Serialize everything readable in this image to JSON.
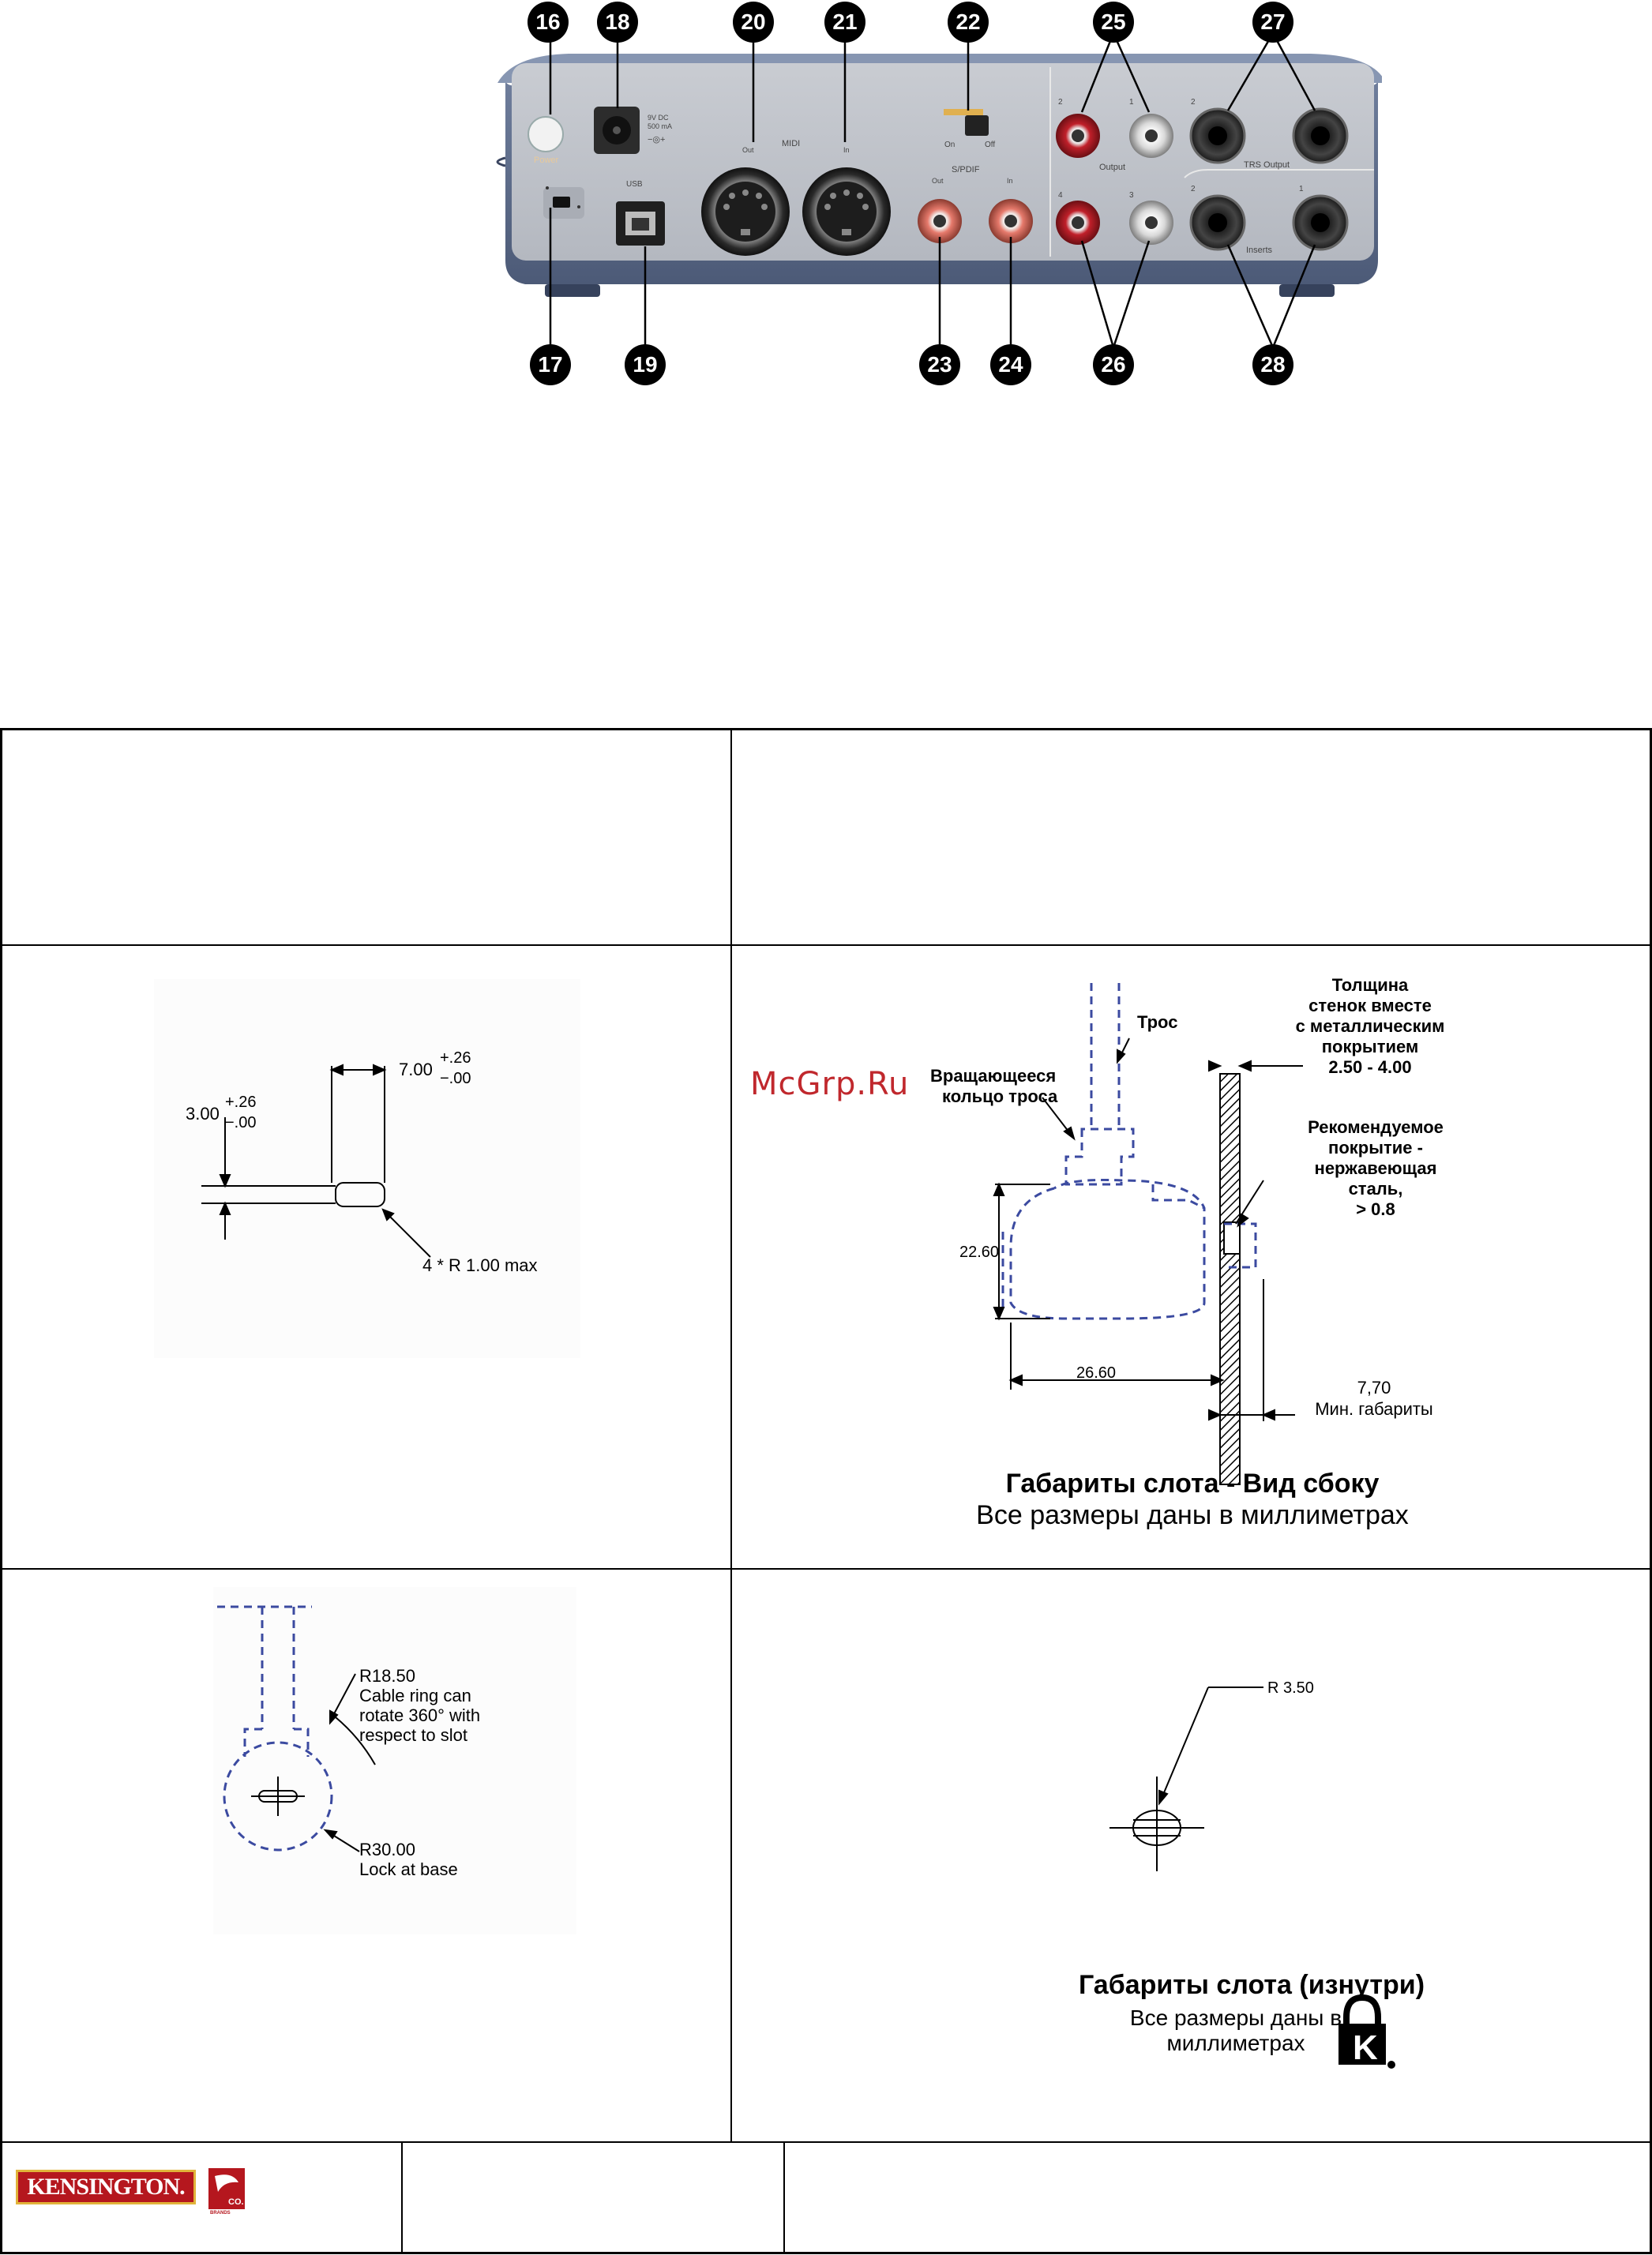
{
  "device": {
    "callouts_top": [
      "16",
      "18",
      "20",
      "21",
      "22",
      "25",
      "27"
    ],
    "callouts_bottom": [
      "17",
      "19",
      "23",
      "24",
      "26",
      "28"
    ],
    "labels": {
      "power": "Power",
      "dc": "9V DC\n500 mA",
      "midi": "MIDI",
      "midi_out": "Out",
      "midi_in": "In",
      "usb": "USB",
      "spdif": "S/PDIF",
      "spdif_out": "Out",
      "spdif_in": "In",
      "switch_on": "On",
      "switch_off": "Off",
      "output": "Output",
      "trs_output": "TRS Output",
      "inserts": "Inserts",
      "ch1": "1",
      "ch2": "2",
      "ch3": "3",
      "ch4": "4"
    }
  },
  "watermark": "McGrp.Ru",
  "drawing_a": {
    "dim1": "7.00",
    "dim1_tol_plus": "+.26",
    "dim1_tol_minus": "−.00",
    "dim2": "3.00",
    "dim2_tol_plus": "+.26",
    "dim2_tol_minus": "−.00",
    "radius": "4 * R 1.00 max"
  },
  "drawing_b": {
    "cable": "Трос",
    "ring": "Вращающееся\nкольцо троса",
    "wall": "Толщина\nстенок вместе\nс металлическим\nпокрытием\n2.50 - 4.00",
    "coating": "Рекомендуемое\nпокрытие -\nнержавеющая\nсталь,\n> 0.8",
    "dim_h": "22.60",
    "dim_w": "26.60",
    "min_dim": "7,70\nМин. габариты",
    "caption_title": "Габариты слота - Вид сбоку",
    "caption_sub": "Все размеры даны в миллиметрах"
  },
  "drawing_c": {
    "r1": "R18.50\nCable ring can\nrotate 360° with\nrespect to slot",
    "r2": "R30.00\nLock at base"
  },
  "drawing_d": {
    "radius": "R 3.50",
    "caption_title": "Габариты слота (изнутри)",
    "caption_sub": "Все размеры даны в\nмиллиметрах",
    "k_logo": "K"
  },
  "footer": {
    "logo": "KENSINGTON.",
    "logo_small": "CO.",
    "logo_tiny": "BRANDS"
  }
}
